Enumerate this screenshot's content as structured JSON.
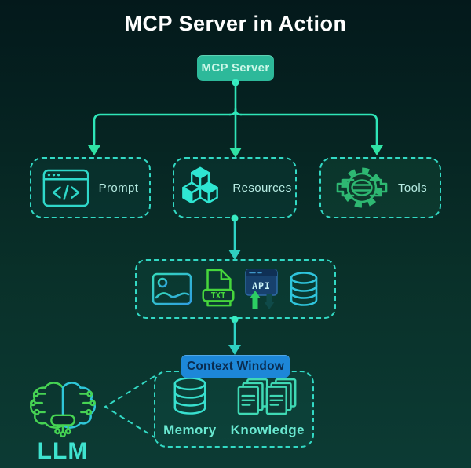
{
  "title": "MCP Server in Action",
  "server": {
    "label": "MCP Server"
  },
  "nodes": {
    "prompt": {
      "label": "Prompt"
    },
    "resources": {
      "label": "Resources"
    },
    "tools": {
      "label": "Tools"
    }
  },
  "file_types": {
    "txt_label": "TXT",
    "api_label": "API"
  },
  "context_window": {
    "label": "Context Window"
  },
  "store": {
    "memory_label": "Memory",
    "knowledge_label": "Knowledge"
  },
  "llm": {
    "label": "LLM"
  },
  "colors": {
    "bg_top": "#04191b",
    "bg_bottom": "#0c3b34",
    "line": "#2fe5b8",
    "dash": "#32d9c4",
    "server_fill": "#2db99a",
    "server_text": "#ccf7e8",
    "context_fill": "#1d87d8",
    "context_text": "#0a2c50",
    "label": "#b8ece3",
    "store_label": "#6ae8d1",
    "llm_label": "#3fe3cf",
    "green": "#2eb872",
    "lime": "#46d63c",
    "cyan_icon": "#2fd8ca",
    "title_text": "#ffffff"
  }
}
